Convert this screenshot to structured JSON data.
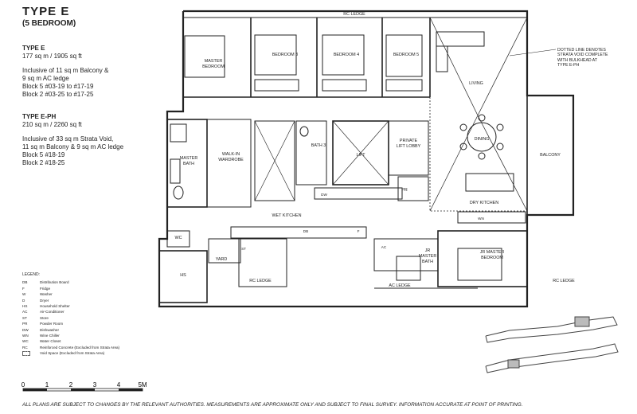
{
  "header": {
    "title": "TYPE  E",
    "subtitle": "(5 BEDROOM)"
  },
  "spec_e": {
    "heading": "TYPE E",
    "area": "177 sq m / 1905 sq ft",
    "lines": [
      "Inclusive of 11 sq m Balcony &",
      "9 sq m AC ledge",
      "Block 5 #03-19 to #17-19",
      "Block 2 #03-25 to #17-25"
    ]
  },
  "spec_eph": {
    "heading": "TYPE E-PH",
    "area": "210 sq m / 2260 sq ft",
    "lines": [
      "Inclusive of 33 sq m Strata Void,",
      "11 sq m Balcony & 9 sq m AC ledge",
      "Block 5 #18-19",
      "Block 2 #18-25"
    ]
  },
  "legend": {
    "title": "LEGEND:",
    "items": [
      {
        "code": "DB",
        "label": "Distribution Board"
      },
      {
        "code": "F",
        "label": "Fridge"
      },
      {
        "code": "W",
        "label": "Washer"
      },
      {
        "code": "D",
        "label": "Dryer"
      },
      {
        "code": "HS",
        "label": "Household Shelter"
      },
      {
        "code": "AC",
        "label": "Air-Conditioner"
      },
      {
        "code": "ST",
        "label": "Store"
      },
      {
        "code": "PR",
        "label": "Powder Room"
      },
      {
        "code": "DW",
        "label": "Dishwasher"
      },
      {
        "code": "WN",
        "label": "Wine Chiller"
      },
      {
        "code": "WC",
        "label": "Water Closet"
      },
      {
        "code": "RC",
        "label": "Reinforced Concrete (Excluded from Strata Area)"
      },
      {
        "code": "",
        "label": "Void Space (Excluded from Strata Area)"
      }
    ]
  },
  "scale": {
    "ticks": [
      "0",
      "1",
      "2",
      "3",
      "4",
      "5M"
    ]
  },
  "note": {
    "lines": [
      "DOTTED LINE DENOTES",
      "STRATA VOID COMPLETE",
      "WITH BULKHEAD AT",
      "TYPE E-PH"
    ]
  },
  "rooms": {
    "rc_ledge_top": "RC LEDGE",
    "master_bedroom": [
      "MASTER",
      "BEDROOM"
    ],
    "bedroom3": "BEDROOM 3",
    "bedroom4": "BEDROOM 4",
    "bedroom5": "BEDROOM 5",
    "living": "LIVING",
    "dining": "DINING",
    "balcony": "BALCONY",
    "dry_kitchen": "DRY KITCHEN",
    "wet_kitchen": "WET KITCHEN",
    "master_bath": [
      "MASTER",
      "BATH"
    ],
    "walk_in": [
      "WALK-IN",
      "WARDROBE"
    ],
    "bath3": "BATH 3",
    "lift": "LIFT",
    "private_lift_lobby": [
      "PRIVATE",
      "LIFT LOBBY"
    ],
    "pr": "PR",
    "jr_master_bath": [
      "JR",
      "MASTER",
      "BATH"
    ],
    "jr_master_bedroom": [
      "JR MASTER",
      "BEDROOM"
    ],
    "wc": "WC",
    "yard": "YARD",
    "hs": "HS",
    "st": "ST",
    "rc_ledge_bottom": "RC LEDGE",
    "ac_ledge": "AC LEDGE",
    "rc_ledge_right": "RC LEDGE",
    "ac": "AC",
    "f": "F",
    "dw": "DW",
    "wn": "WN",
    "db": "DB"
  },
  "footer": {
    "text": "ALL PLANS ARE SUBJECT TO CHANGES BY THE RELEVANT AUTHORITIES. MEASUREMENTS ARE APPROXIMATE ONLY AND SUBJECT TO FINAL SURVEY. INFORMATION ACCURATE AT POINT OF PRINTING."
  }
}
